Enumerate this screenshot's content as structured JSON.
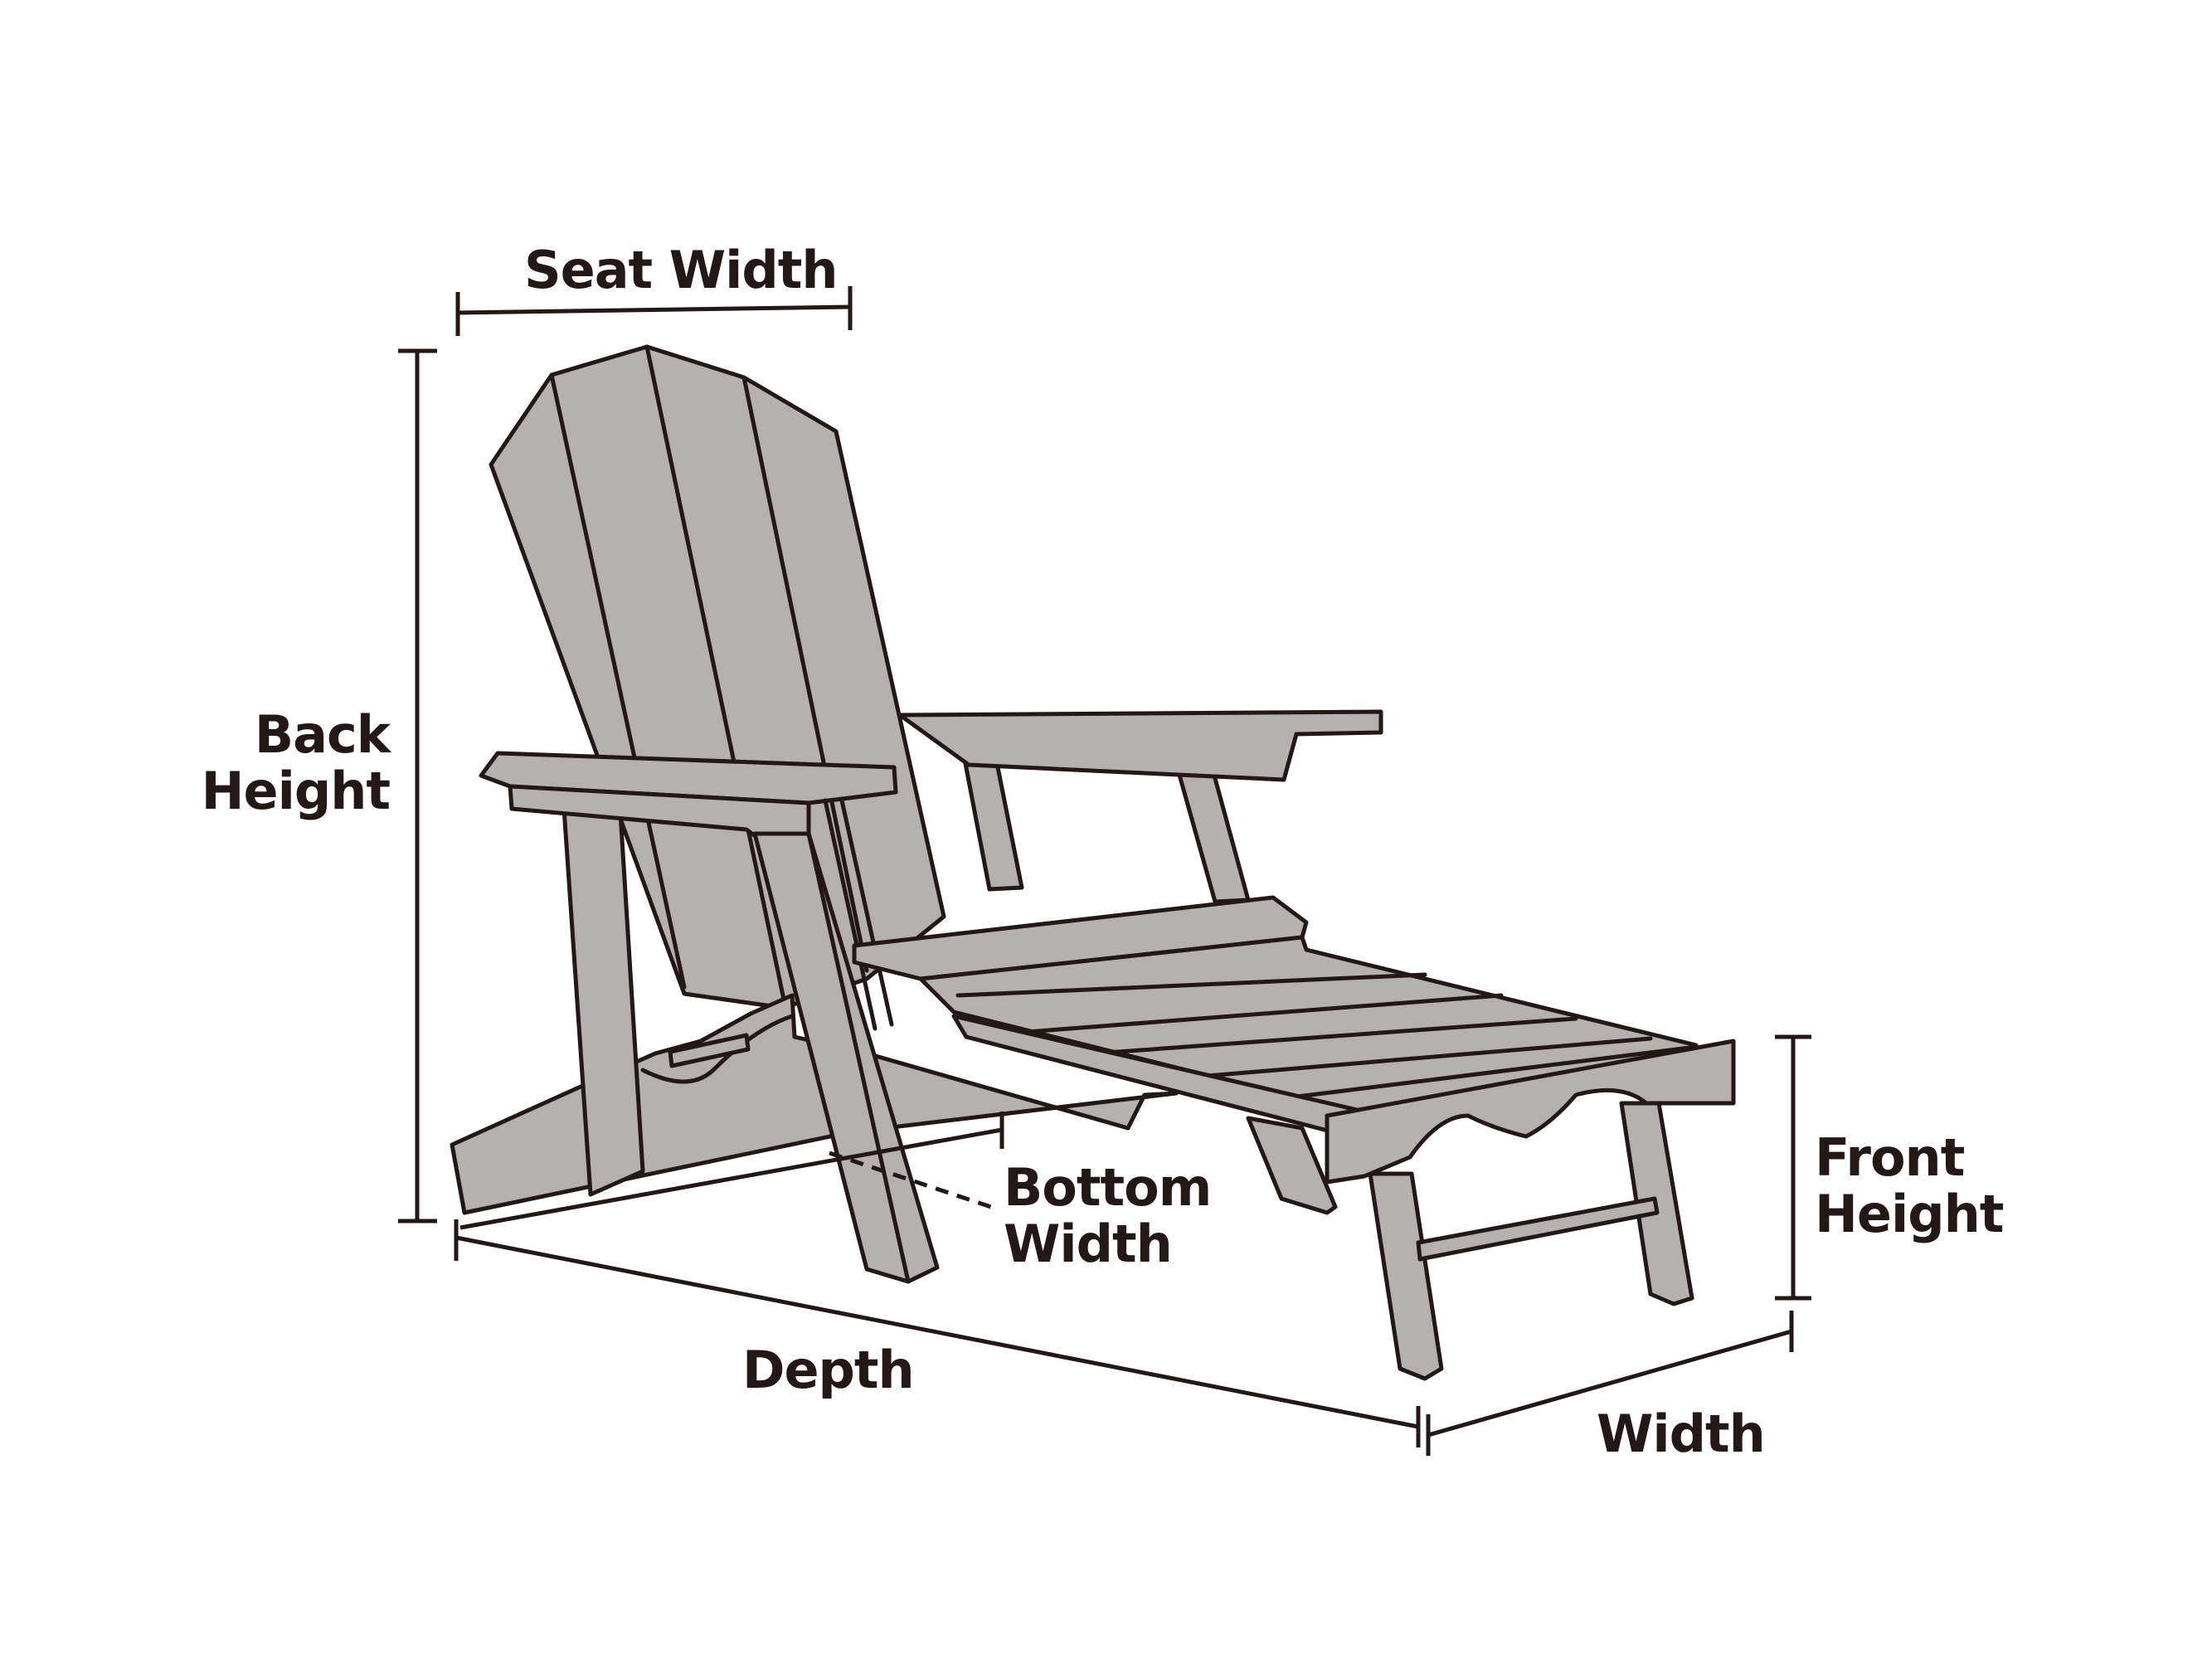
{
  "colors": {
    "ink": "#231816",
    "wood": "#b5b1b1",
    "background": "#ffffff"
  },
  "labels": {
    "seat_width": "Seat Width",
    "back_height": [
      "Back",
      "Height"
    ],
    "bottom_width": [
      "Bottom",
      "Width"
    ],
    "front_height": [
      "Front",
      "Height"
    ],
    "depth": "Depth",
    "width": "Width"
  }
}
